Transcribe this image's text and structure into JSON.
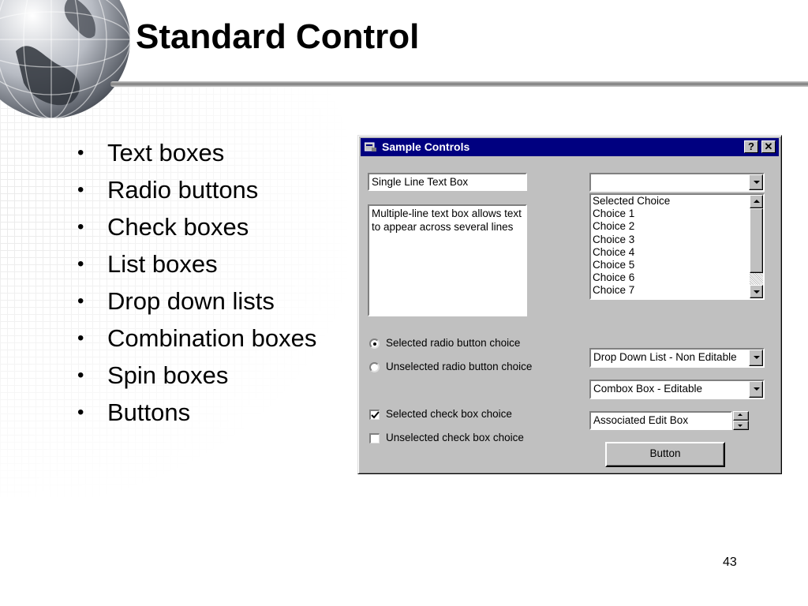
{
  "slide": {
    "title": "Standard Control",
    "page_number": "43",
    "bullets": [
      "Text boxes",
      "Radio buttons",
      "Check boxes",
      "List boxes",
      "Drop down lists",
      "Combination boxes",
      "Spin boxes",
      "Buttons"
    ],
    "bullet_char": "•"
  },
  "dialog": {
    "title": "Sample Controls",
    "help_label": "?",
    "close_label": "✕",
    "single_line_text": "Single Line Text Box",
    "multi_line_text_1": "Multiple-line text box allows text",
    "multi_line_text_2": "to appear across several lines",
    "combo_top_value": "",
    "list_items": [
      "Selected Choice",
      "Choice 1",
      "Choice 2",
      "Choice 3",
      "Choice 4",
      "Choice 5",
      "Choice 6",
      "Choice 7"
    ],
    "radio_selected_label": "Selected radio button choice",
    "radio_unselected_label": "Unselected radio button choice",
    "check_selected_label": "Selected check box choice",
    "check_unselected_label": "Unselected check box choice",
    "dropdown_value": "Drop Down List - Non Editable",
    "combobox_value": "Combox Box - Editable",
    "spin_edit_value": "Associated Edit Box",
    "button_label": "Button"
  },
  "colors": {
    "titlebar": "#000080",
    "face": "#c0c0c0"
  }
}
